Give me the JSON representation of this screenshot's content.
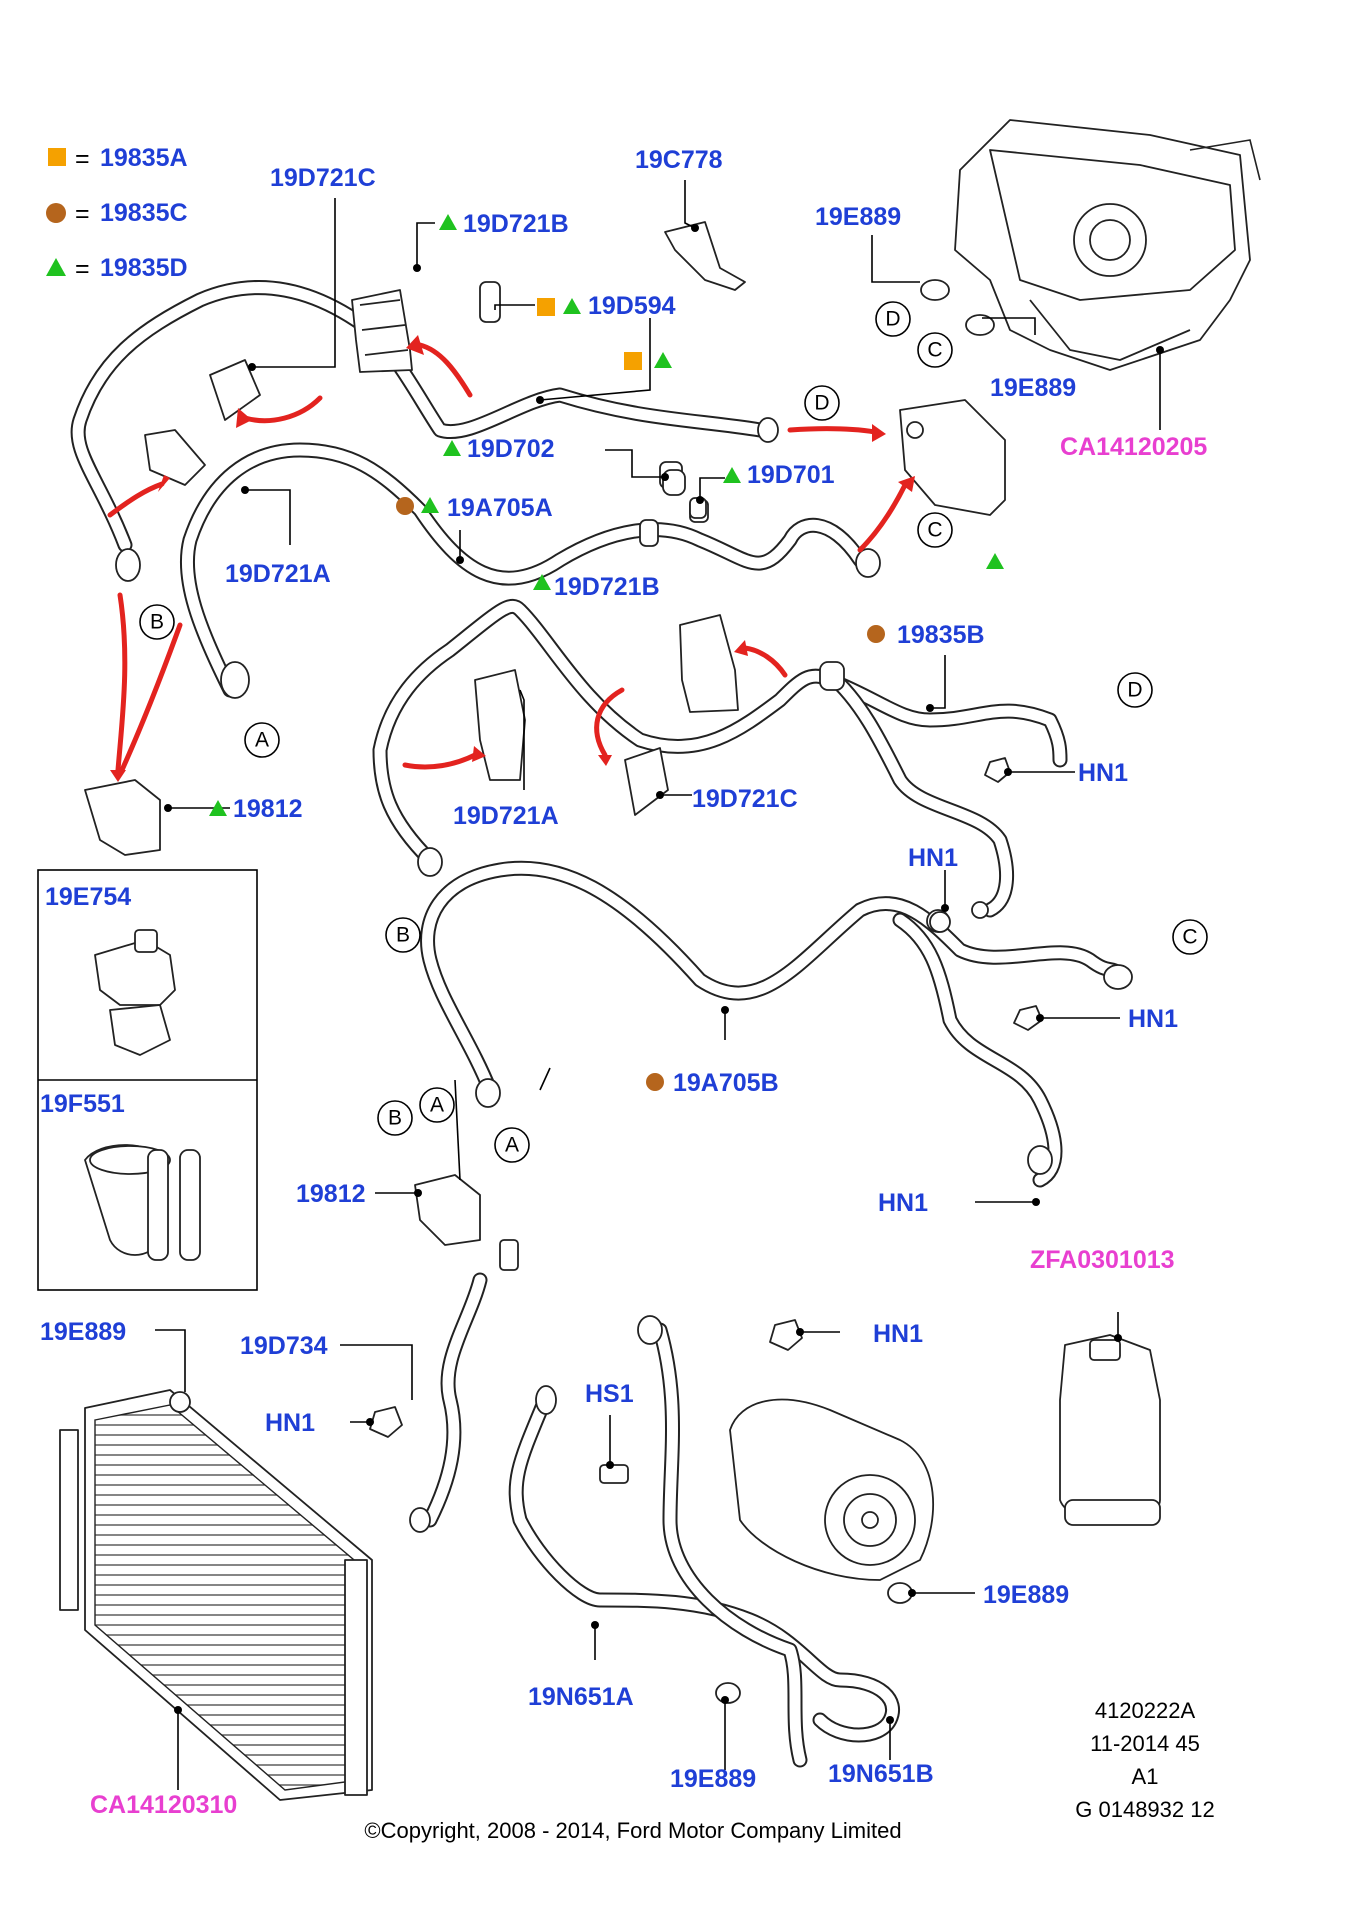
{
  "legend": {
    "equals": "=",
    "items": [
      {
        "symbol": "orange-square",
        "label": "19835A",
        "color": "#f5a100"
      },
      {
        "symbol": "brown-circle",
        "label": "19835C",
        "color": "#b5651d"
      },
      {
        "symbol": "green-triangle",
        "label": "19835D",
        "color": "#1fc21f"
      }
    ]
  },
  "labels": {
    "l01": "19D721C",
    "l02": "19D721B",
    "l03": "19C778",
    "l04": "19E889",
    "l05": "19D594",
    "l06": "19E889",
    "l07": "CA14120205",
    "l08": "19D702",
    "l09": "19D701",
    "l10": "19A705A",
    "l11": "19D721A",
    "l12": "19D721B",
    "l13": "19835B",
    "l14": "HN1",
    "l15": "19D721C",
    "l16": "19D721A",
    "l17": "19812",
    "l18": "HN1",
    "l19": "HN1",
    "l20": "19A705B",
    "l21": "HN1",
    "l22": "19812",
    "l23": "ZFA0301013",
    "l24": "19E889",
    "l25": "19D734",
    "l26": "HN1",
    "l27": "HS1",
    "l28": "HN1",
    "l29": "19E889",
    "l30": "19N651A",
    "l31": "19E889",
    "l32": "19N651B",
    "l33": "CA14120310",
    "l34": "19E754",
    "l35": "19F551"
  },
  "connectors": {
    "c01": "D",
    "c02": "C",
    "c03": "D",
    "c04": "C",
    "c05": "B",
    "c06": "A",
    "c07": "D",
    "c08": "B",
    "c09": "C",
    "c10": "A",
    "c11": "B",
    "c12": "A"
  },
  "reference": {
    "line1": "4120222A",
    "line2": "11-2014 45",
    "line3": "A1",
    "line4": "G 0148932 12"
  },
  "copyright": "©Copyright, 2008 - 2014, Ford Motor Company Limited"
}
